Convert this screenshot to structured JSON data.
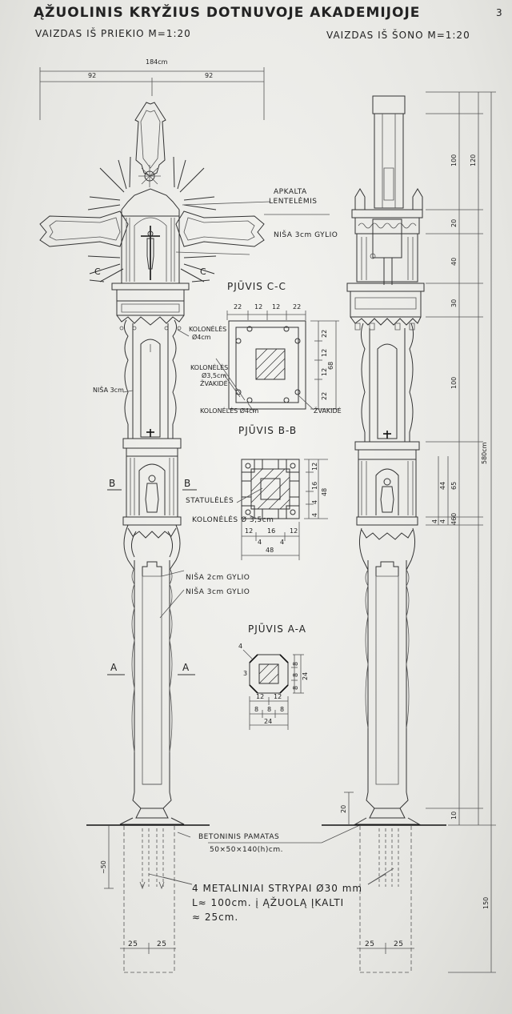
{
  "sheet": {
    "title": "ĄŽUOLINIS KRYŽIUS DOTNUVOJE AKADEMIJOJE",
    "page_number": "3",
    "front_view": "VAIZDAS IŠ PRIEKIO M=1:20",
    "side_view": "VAIZDAS IŠ ŠONO M=1:20"
  },
  "front": {
    "width_total": "184cm",
    "half_left": "92",
    "half_right": "92",
    "apkalta_1": "APKALTA",
    "apkalta_2": "LENTELĖMIS",
    "nisa_3cm_gylio": "NIŠA 3cm GYLIO",
    "mark_c_left": "C",
    "mark_c_right": "C",
    "kolonetes_1": "KOLONĖLĖS",
    "kolonetes_1_size": "Ø4cm",
    "kolonetes_2": "KOLONĖLĖS",
    "kolonetes_2_size": "Ø3,5cm",
    "zvakide": "ŽVAKIDĖ",
    "nisa_3cm": "NIŠA 3cm",
    "mark_b_left": "B",
    "mark_b_right": "B",
    "nisa_2cm_gylio": "NIŠA 2cm GYLIO",
    "nisa_3cm_gylio_2": "NIŠA 3cm GYLIO",
    "mark_a_left": "A",
    "mark_a_right": "A",
    "depth_50": "~50",
    "base_25_left": "25",
    "base_25_right": "25"
  },
  "section_cc": {
    "title": "PJŪVIS C-C",
    "top_dims": [
      "22",
      "12",
      "12",
      "22"
    ],
    "right_dims": [
      "22",
      "12",
      "12",
      "22"
    ],
    "right_total": "68",
    "kolonetes": "KOLONĖLĖS Ø4cm",
    "zvakide": "ŽVAKIDĖ"
  },
  "section_bb": {
    "title": "PJŪVIS B-B",
    "statuletes": "STATULĖLĖS",
    "kolonetes": "KOLONĖLĖS Ø 3,5cm",
    "right_dims": [
      "12",
      "16",
      "4",
      "4"
    ],
    "right_total": "48",
    "bottom_dims": [
      "12",
      "16",
      "12"
    ],
    "bottom_small": [
      "4",
      "4"
    ],
    "bottom_total": "48"
  },
  "section_aa": {
    "title": "PJŪVIS A-A",
    "dim_4": "4",
    "dim_3": "3",
    "right_dims": [
      "8",
      "8",
      "8"
    ],
    "right_total": "24",
    "bottom_dims": [
      "12",
      "12"
    ],
    "bottom_small": [
      "8",
      "8",
      "8"
    ],
    "bottom_total": "24"
  },
  "foundation": {
    "betoninis": "BETONINIS PAMATAS",
    "betoninis_size": "50×50×140(h)cm.",
    "strypai_1": "4 METALINIAI STRYPAI Ø30 mm",
    "strypai_2": "L≈ 100cm. į ĄŽUOLĄ ĮKALTI",
    "strypai_3": "≈ 25cm."
  },
  "side": {
    "vertical_dims": [
      "100",
      "120",
      "20",
      "40",
      "30",
      "100",
      "44",
      "65",
      "4",
      "4",
      "460",
      "580cm",
      "10",
      "20",
      "150"
    ],
    "base_25_left": "25",
    "base_25_right": "25"
  }
}
